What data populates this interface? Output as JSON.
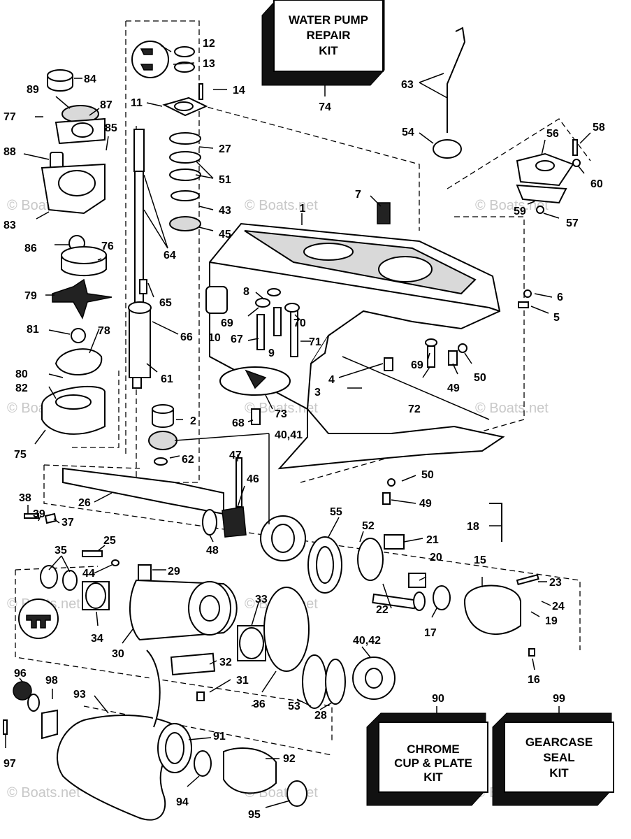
{
  "kits": {
    "water_pump": {
      "number": "74",
      "lines": [
        "WATER PUMP",
        "REPAIR",
        "KIT"
      ]
    },
    "chrome": {
      "number": "90",
      "lines": [
        "CHROME",
        "CUP & PLATE",
        "KIT"
      ]
    },
    "gearcase": {
      "number": "99",
      "lines": [
        "GEARCASE",
        "SEAL",
        "KIT"
      ]
    }
  },
  "watermark": "© Boats.net",
  "callouts": [
    "1",
    "2",
    "3",
    "4",
    "5",
    "6",
    "7",
    "8",
    "9",
    "10",
    "11",
    "12",
    "13",
    "14",
    "15",
    "16",
    "17",
    "18",
    "19",
    "20",
    "21",
    "22",
    "23",
    "24",
    "25",
    "26",
    "27",
    "28",
    "29",
    "30",
    "31",
    "32",
    "33",
    "34",
    "35",
    "36",
    "37",
    "38",
    "39",
    "40,41",
    "40,42",
    "43",
    "44",
    "45",
    "46",
    "47",
    "48",
    "49",
    "49",
    "50",
    "50",
    "51",
    "52",
    "53",
    "54",
    "55",
    "56",
    "57",
    "58",
    "59",
    "60",
    "61",
    "62",
    "63",
    "64",
    "65",
    "66",
    "67",
    "68",
    "69",
    "69",
    "70",
    "71",
    "72",
    "73",
    "75",
    "76",
    "77",
    "78",
    "79",
    "80",
    "81",
    "82",
    "83",
    "84",
    "85",
    "86",
    "87",
    "88",
    "89",
    "91",
    "92",
    "93",
    "94",
    "95",
    "96",
    "97",
    "98"
  ],
  "colors": {
    "ink": "#000000",
    "paper": "#ffffff",
    "watermark": "#c8c8c8"
  }
}
